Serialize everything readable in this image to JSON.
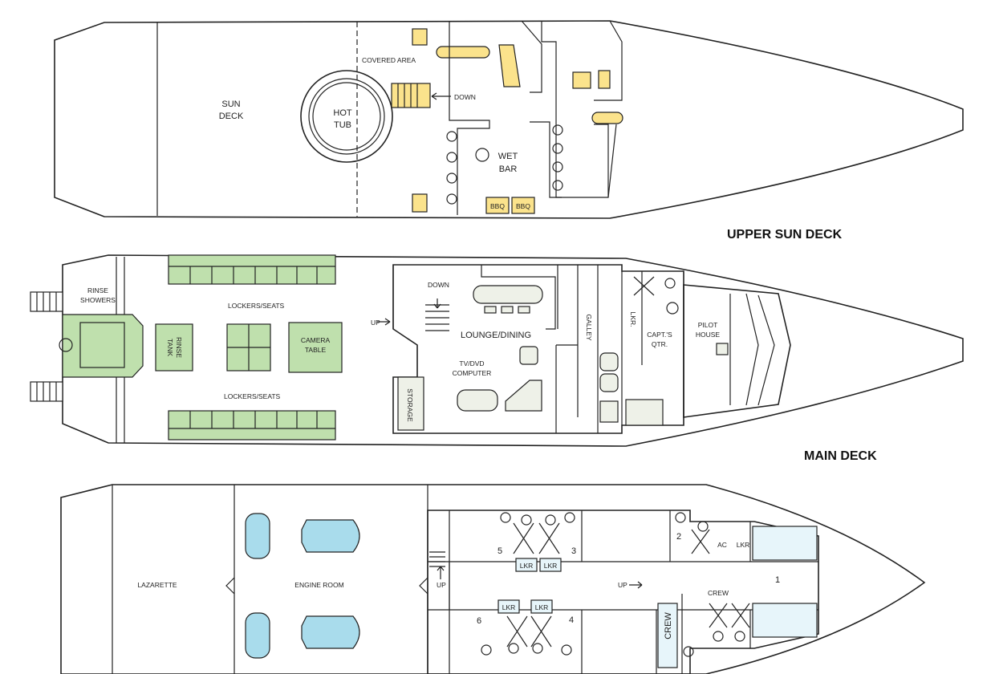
{
  "colors": {
    "upper_sun_deck": "#fbe38c",
    "main_deck": "#bfe0ad",
    "lower_deck": "#a9dcec",
    "interior_main": "#eef1e8",
    "interior_lower": "#e7f5fa",
    "outline": "#222222"
  },
  "upper_sun_deck": {
    "title": "UPPER SUN DECK",
    "sun_deck": [
      "SUN",
      "DECK"
    ],
    "covered_area": "COVERED AREA",
    "hot_tub": [
      "HOT",
      "TUB"
    ],
    "down": "DOWN",
    "wet_bar": [
      "WET",
      "BAR"
    ],
    "bbq": [
      "BBQ",
      "BBQ"
    ]
  },
  "main_deck": {
    "title": "MAIN DECK",
    "rinse_showers": [
      "RINSE",
      "SHOWERS"
    ],
    "lockers_seats_top": "LOCKERS/SEATS",
    "lockers_seats_bottom": "LOCKERS/SEATS",
    "rinse_tank": [
      "RINSE",
      "TANK"
    ],
    "camera_table": [
      "CAMERA",
      "TABLE"
    ],
    "up": "UP",
    "down": "DOWN",
    "lounge_dining": "LOUNGE/DINING",
    "tv_dvd_computer": [
      "TV/DVD",
      "COMPUTER"
    ],
    "storage": "STORAGE",
    "galley": "GALLEY",
    "lkr": "LKR.",
    "capts_qtr": [
      "CAPT.'S",
      "QTR."
    ],
    "pilot_house": [
      "PILOT",
      "HOUSE"
    ]
  },
  "lower_deck": {
    "lazarette": "LAZARETTE",
    "engine_room": "ENGINE ROOM",
    "up_left": "UP",
    "up_right": "UP",
    "lkr": "LKR",
    "cabin_numbers": [
      "1",
      "2",
      "3",
      "4",
      "5",
      "6"
    ],
    "ac": "AC",
    "crew_small": "CREW",
    "crew_large": "CREW"
  }
}
